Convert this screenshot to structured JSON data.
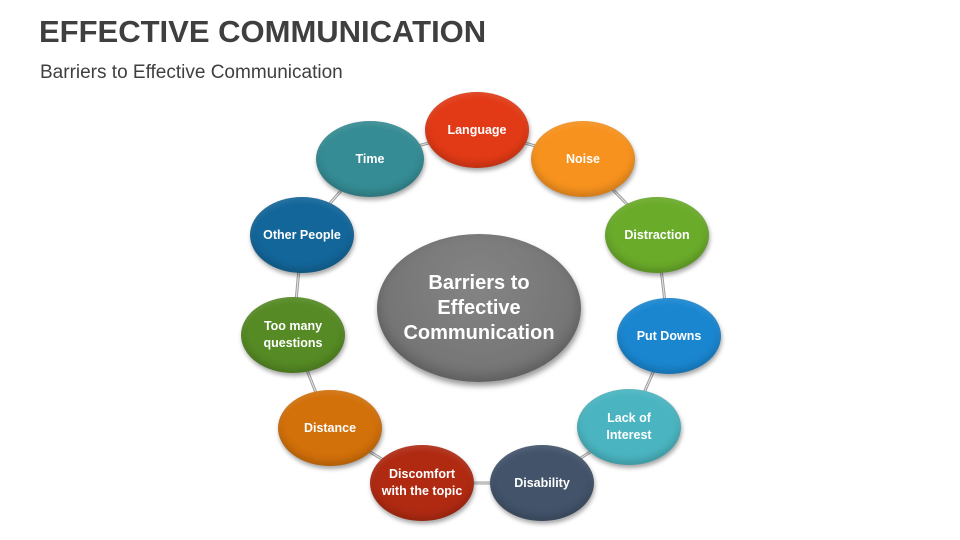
{
  "header": {
    "title": "EFFECTIVE COMMUNICATION",
    "subtitle": "Barriers to Effective Communication"
  },
  "diagram": {
    "center": {
      "label": "Barriers to\nEffective\nCommunication",
      "color": "#7a7a7a"
    },
    "nodes": [
      {
        "label": "Language",
        "color": "#e23a16"
      },
      {
        "label": "Noise",
        "color": "#f7921e"
      },
      {
        "label": "Distraction",
        "color": "#6aab2a"
      },
      {
        "label": "Put Downs",
        "color": "#1a86d0"
      },
      {
        "label": "Lack of\nInterest",
        "color": "#4ab5c1"
      },
      {
        "label": "Disability",
        "color": "#42536a"
      },
      {
        "label": "Discomfort\nwith the topic",
        "color": "#b02a12"
      },
      {
        "label": "Distance",
        "color": "#d2700a"
      },
      {
        "label": "Too many\nquestions",
        "color": "#558a24"
      },
      {
        "label": "Other People",
        "color": "#13669a"
      },
      {
        "label": "Time",
        "color": "#358c94"
      }
    ],
    "connector_color": "#a6a6a6"
  }
}
